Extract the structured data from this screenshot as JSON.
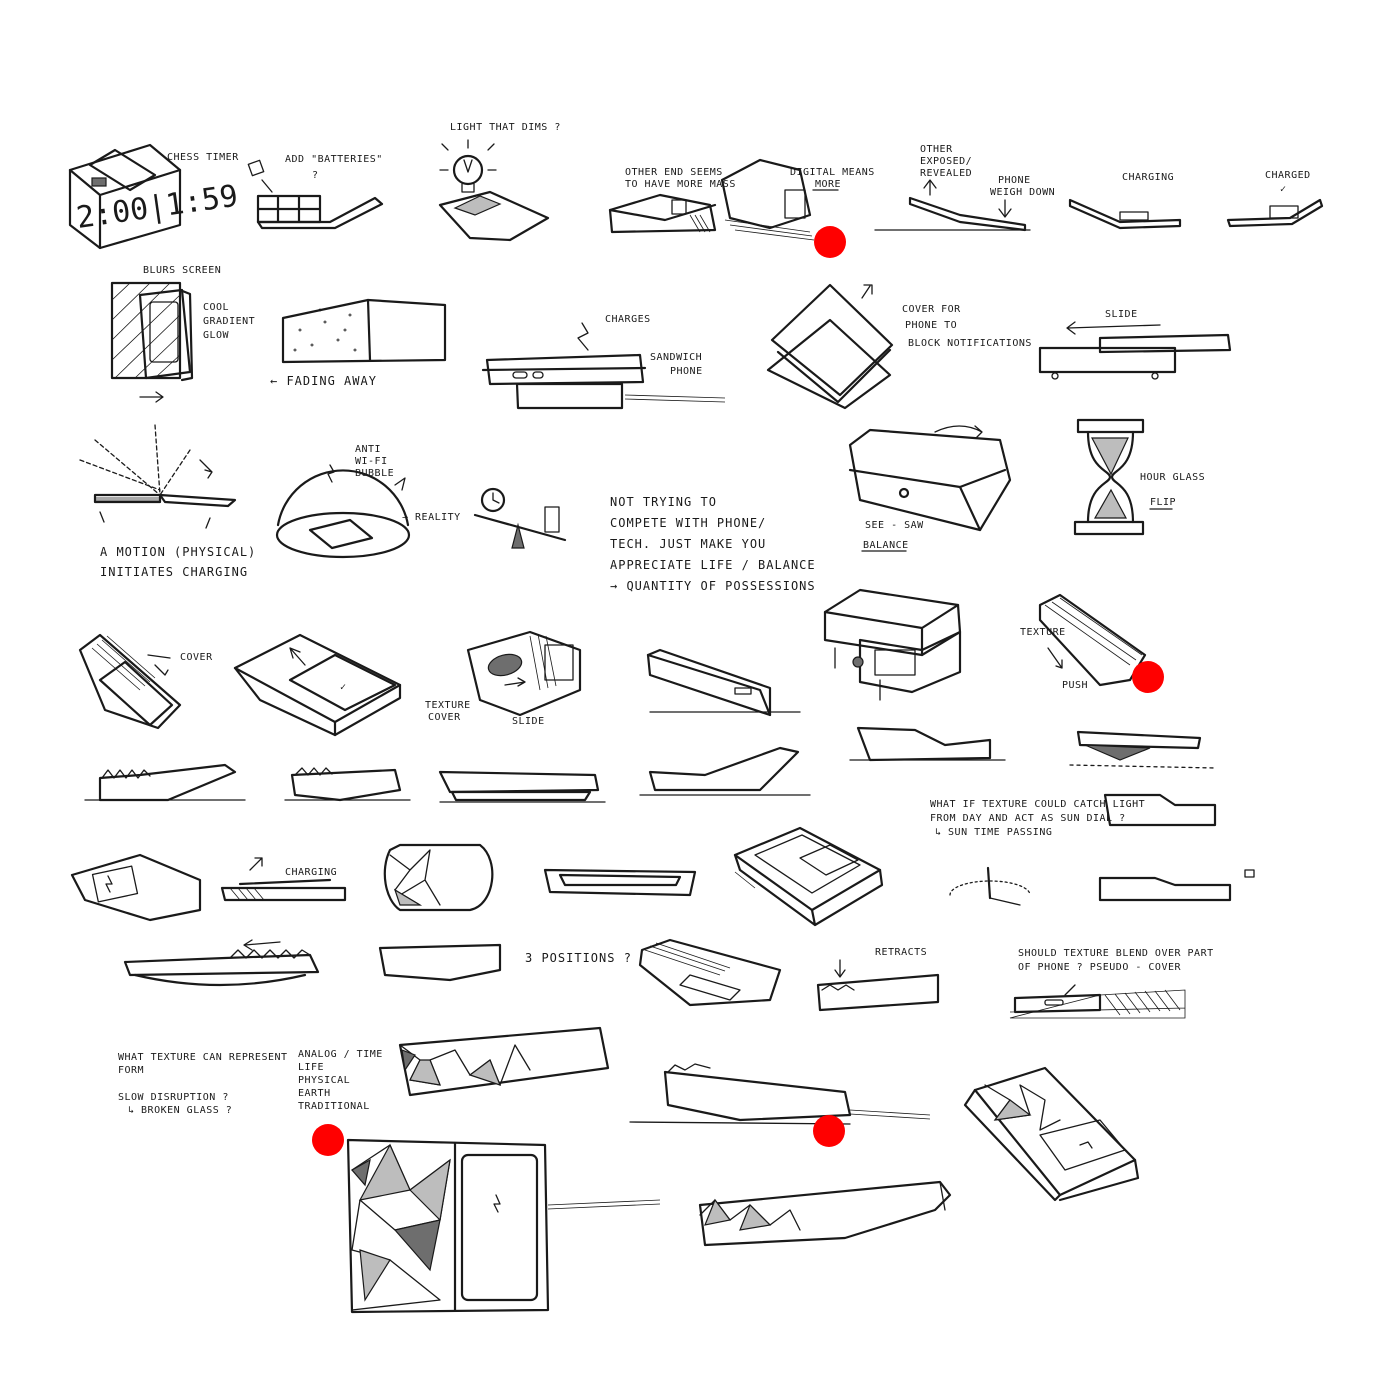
{
  "annotations": {
    "chess_timer": "CHESS TIMER",
    "clock_digits": "2:00|1:59",
    "add_batteries": "ADD \"BATTERIES\"",
    "add_batteries_q": "?",
    "light_dims": "LIGHT THAT DIMS ?",
    "other_end_shows": "OTHER END SEEMS",
    "other_end_shows_2": "TO HAVE MORE MASS",
    "digital_means": "DIGITAL MEANS",
    "digital_means_2": "MORE",
    "other_exposed": "OTHER",
    "other_exposed_2": "EXPOSED/",
    "other_exposed_3": "REVEALED",
    "phone_weighs_down": "PHONE",
    "phone_weighs_down_2": "WEIGH DOWN",
    "charging": "CHARGING",
    "charged": "CHARGED",
    "charged_tick": "✓",
    "blurs_screen": "BLURS SCREEN",
    "cool_gradient": "COOL",
    "cool_gradient_2": "GRADIENT",
    "cool_gradient_3": "GLOW",
    "fading_away": "← FADING AWAY",
    "charges": "CHARGES",
    "sandwich_phone": "SANDWICH",
    "sandwich_phone_2": "PHONE",
    "cover_for_phone": "COVER FOR",
    "cover_for_phone_2": "PHONE TO",
    "cover_for_phone_3": "BLOCK NOTIFICATIONS",
    "slide": "SLIDE",
    "motion_initiates": "A MOTION (PHYSICAL)",
    "motion_initiates_2": "INITIATES CHARGING",
    "anti_wifi_bubble": "ANTI",
    "anti_wifi_bubble_2": "WI-FI",
    "anti_wifi_bubble_3": "BUBBLE",
    "reality": "→ REALITY",
    "not_trying_1": "NOT TRYING TO",
    "not_trying_2": "COMPETE WITH PHONE/",
    "not_trying_3": "TECH. JUST MAKE YOU",
    "not_trying_4": "APPRECIATE LIFE / BALANCE",
    "not_trying_5": "→ QUANTITY OF POSSESSIONS",
    "see_saw": "SEE - SAW",
    "balance": "BALANCE",
    "hour_glass": "HOUR GLASS",
    "flip": "FLIP",
    "cover": "COVER",
    "texture_cover": "TEXTURE",
    "texture_cover_2": "COVER",
    "slide_2": "SLIDE",
    "texture": "TEXTURE",
    "push": "PUSH",
    "texture_catch_light": "WHAT IF TEXTURE COULD CATCH LIGHT",
    "texture_catch_light_2": "FROM DAY AND ACT AS SUN DIAL ?",
    "texture_catch_light_3": "↳ SUN TIME PASSING",
    "charging_2": "CHARGING",
    "three_positions": "3 POSITIONS ?",
    "retracts": "RETRACTS",
    "should_texture": "SHOULD TEXTURE BLEND OVER PART",
    "should_texture_2": "OF PHONE ? PSEUDO - COVER",
    "what_texture": "WHAT TEXTURE CAN REPRESENT",
    "what_texture_2": "FORM",
    "slow_disruption": "SLOW DISRUPTION ?",
    "slow_disruption_2": "↳ BROKEN GLASS ?",
    "analog_list_1": "ANALOG / TIME",
    "analog_list_2": "LIFE",
    "analog_list_3": "PHYSICAL",
    "analog_list_4": "EARTH",
    "analog_list_5": "TRADITIONAL"
  },
  "colors": {
    "ink": "#1a1a1a",
    "marker_dot": "#ff0000",
    "background": "#ffffff"
  }
}
